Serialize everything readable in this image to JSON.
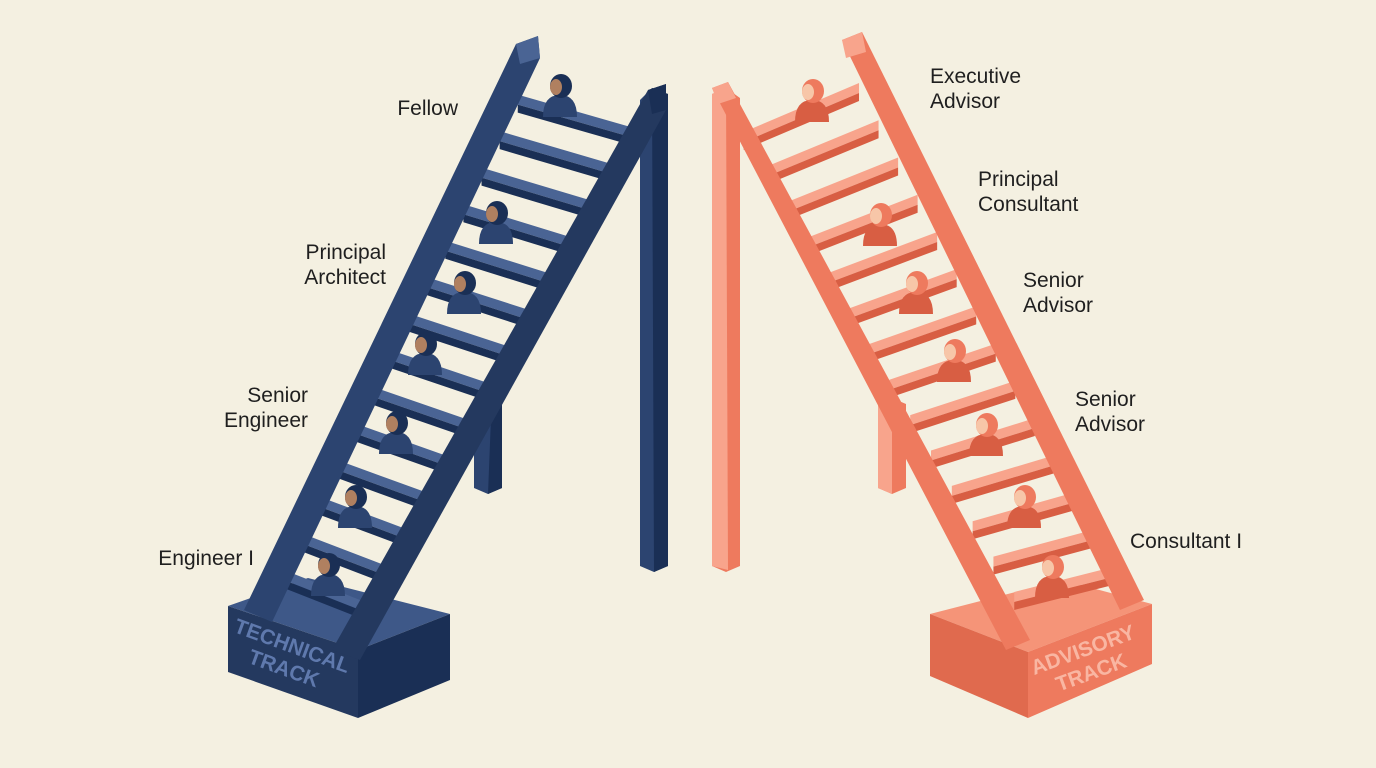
{
  "colors": {
    "background": "#f4f0e1",
    "technical_main": "#2c4470",
    "technical_dark": "#1a2f55",
    "technical_light": "#4a6494",
    "advisory_main": "#ee7a5e",
    "advisory_dark": "#d85e43",
    "advisory_light": "#f8a48c",
    "technical_base_text": "#5f79ad",
    "advisory_base_text": "#f9b6a2"
  },
  "technical_track": {
    "base_label_line1": "TECHNICAL",
    "base_label_line2": "TRACK",
    "levels": [
      {
        "line1": "Fellow",
        "line2": ""
      },
      {
        "line1": "Principal",
        "line2": "Architect"
      },
      {
        "line1": "Senior",
        "line2": "Engineer"
      },
      {
        "line1": "Engineer I",
        "line2": ""
      }
    ]
  },
  "advisory_track": {
    "base_label_line1": "ADVISORY",
    "base_label_line2": "TRACK",
    "levels": [
      {
        "line1": "Executive",
        "line2": "Advisor"
      },
      {
        "line1": "Principal",
        "line2": "Consultant"
      },
      {
        "line1": "Senior",
        "line2": "Advisor"
      },
      {
        "line1": "Senior",
        "line2": "Advisor"
      },
      {
        "line1": "Consultant I",
        "line2": ""
      }
    ]
  }
}
